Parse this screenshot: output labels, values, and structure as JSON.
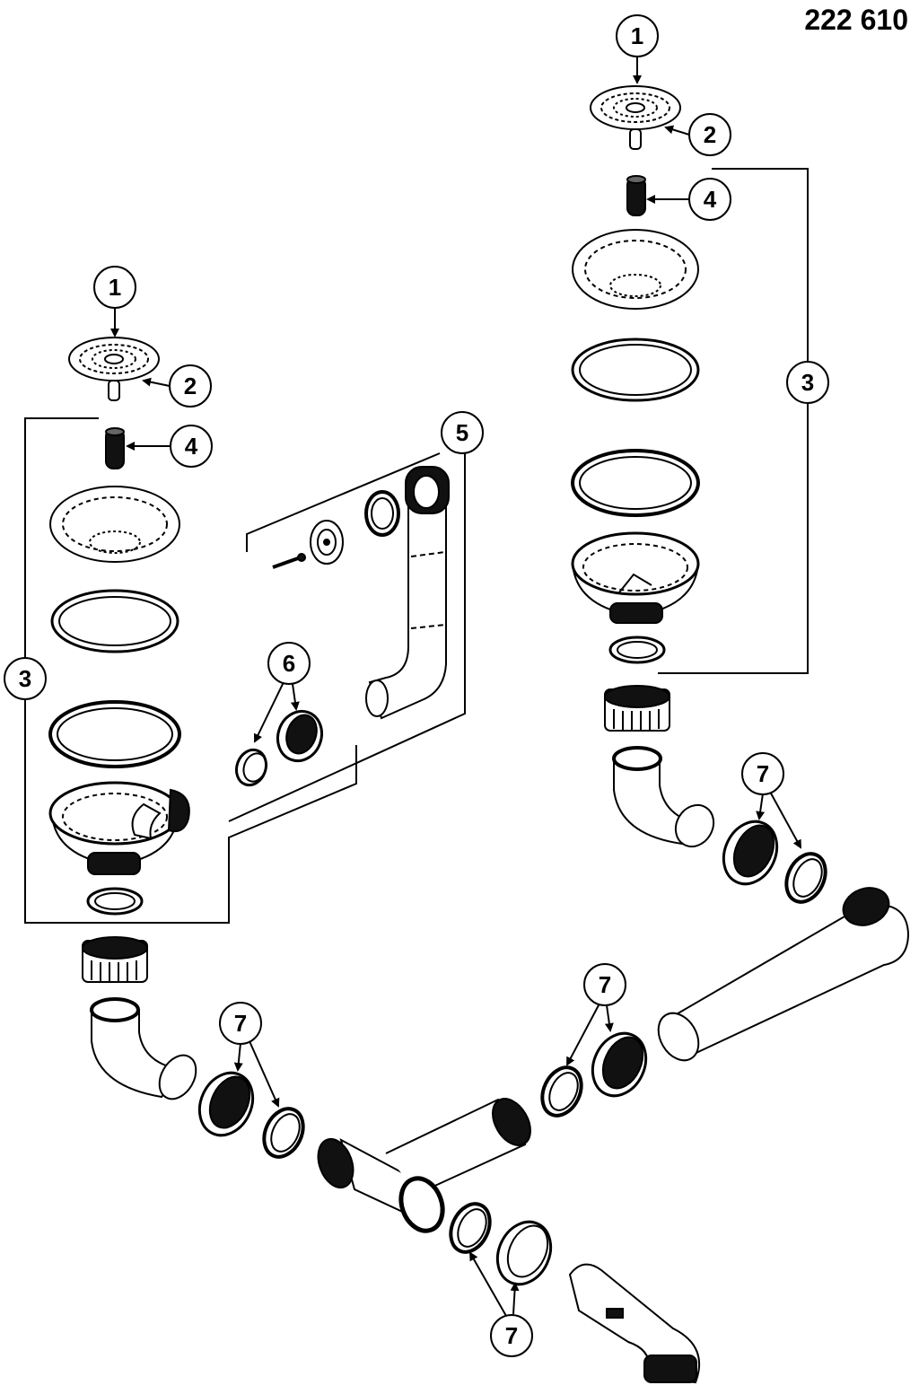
{
  "header": {
    "part_number": "222 610"
  },
  "callouts": {
    "c1": "1",
    "c2": "2",
    "c3": "3",
    "c4": "4",
    "c5": "5",
    "c6": "6",
    "c7": "7"
  },
  "colors": {
    "ink": "#000000",
    "paper": "#ffffff",
    "shade": "#d8d8d8"
  }
}
